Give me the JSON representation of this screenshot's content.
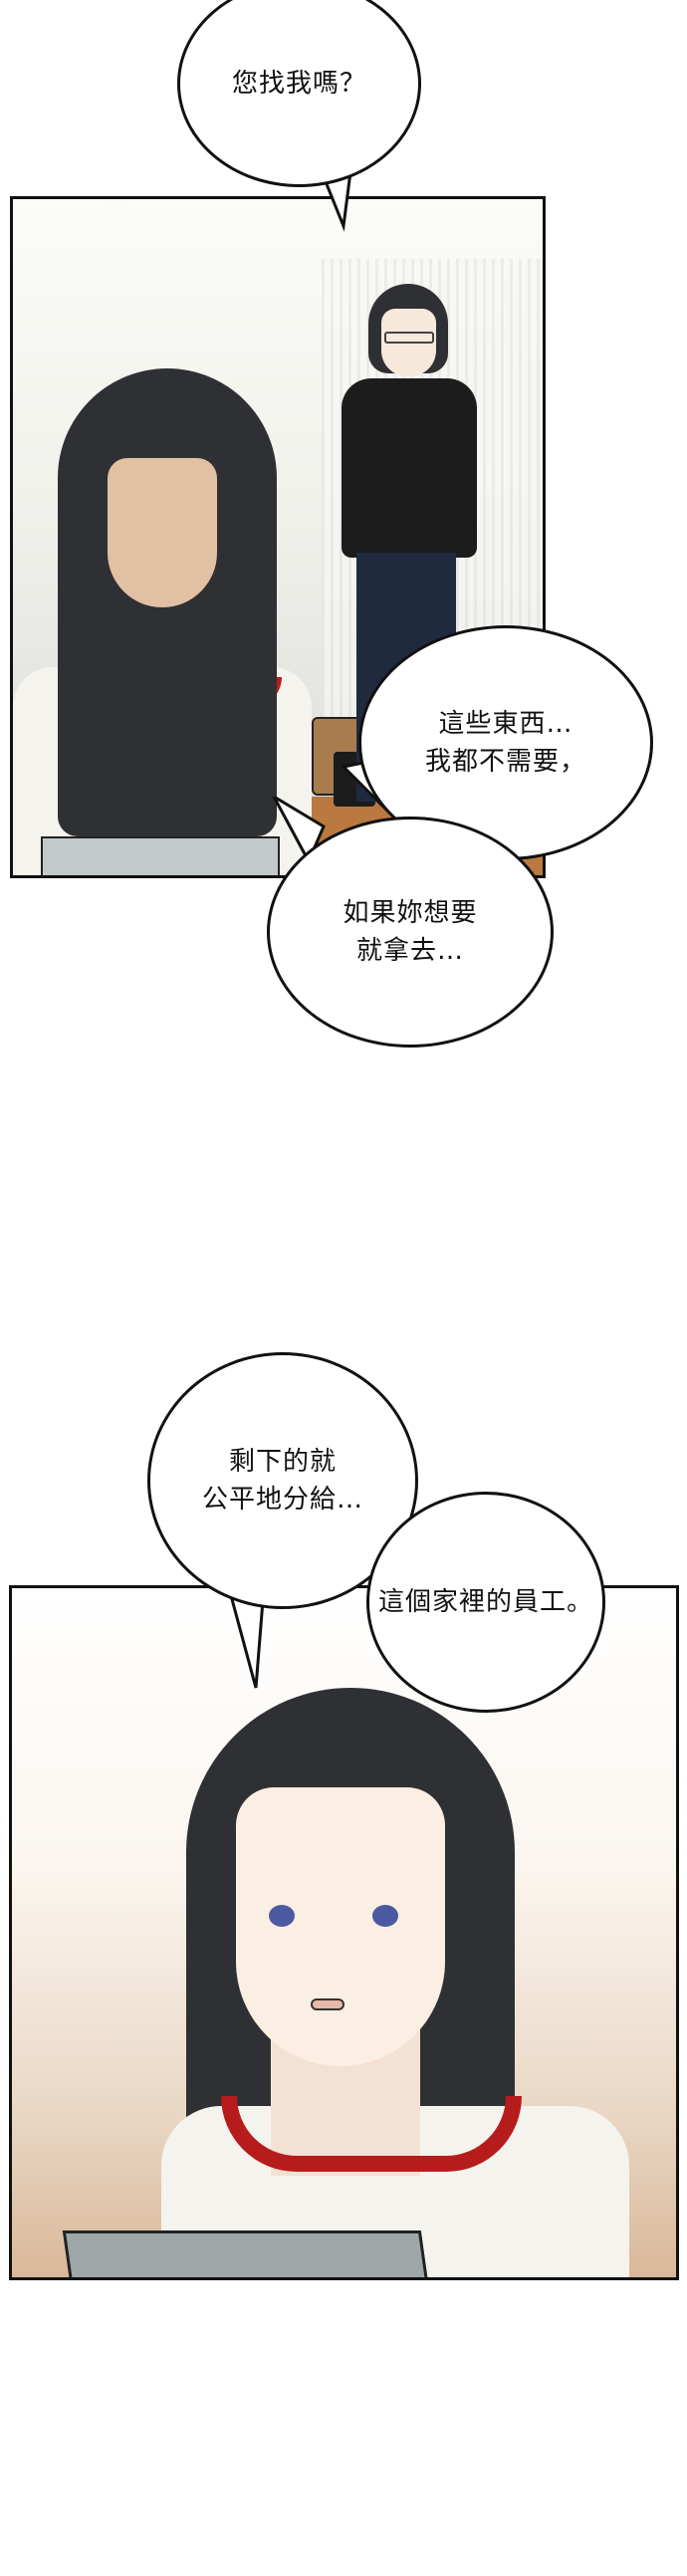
{
  "comic": {
    "panels": [
      {
        "id": "panel-1",
        "scene": "long-haired woman in white cardigan with red trim looking down at tablet; woman in black turtleneck and glasses standing behind near bags",
        "colors": {
          "background_top": "#fbfbf7",
          "background_bottom": "#d9d9d6",
          "hair": "#2e3034",
          "cardigan": "#f5f3ee",
          "trim": "#b71c1c",
          "turtleneck": "#1c1c1c",
          "pants": "#1f2a3f",
          "bag": "#a97c50",
          "tablet": "#c3c8ca"
        }
      },
      {
        "id": "panel-2",
        "scene": "close-up of long-haired woman with blue eyes holding tablet, speaking",
        "colors": {
          "background_top": "#ffffff",
          "background_bottom": "#d9b89a",
          "hair": "#2e3034",
          "skin": "#fbeee3",
          "trim": "#b71c1c",
          "cardigan": "#f5f3ee",
          "tablet": "#9ea6a8",
          "eyes": "#4b5aa0"
        }
      }
    ],
    "bubbles": [
      {
        "id": "bubble-1",
        "lines": [
          "您找我嗎？"
        ]
      },
      {
        "id": "bubble-2",
        "lines": [
          "這些東西…",
          "我都不需要，"
        ]
      },
      {
        "id": "bubble-3",
        "lines": [
          "如果妳想要",
          "就拿去…"
        ]
      },
      {
        "id": "bubble-4",
        "lines": [
          "剩下的就",
          "公平地分給…"
        ]
      },
      {
        "id": "bubble-5",
        "lines": [
          "這個家裡的員工。"
        ]
      }
    ]
  }
}
